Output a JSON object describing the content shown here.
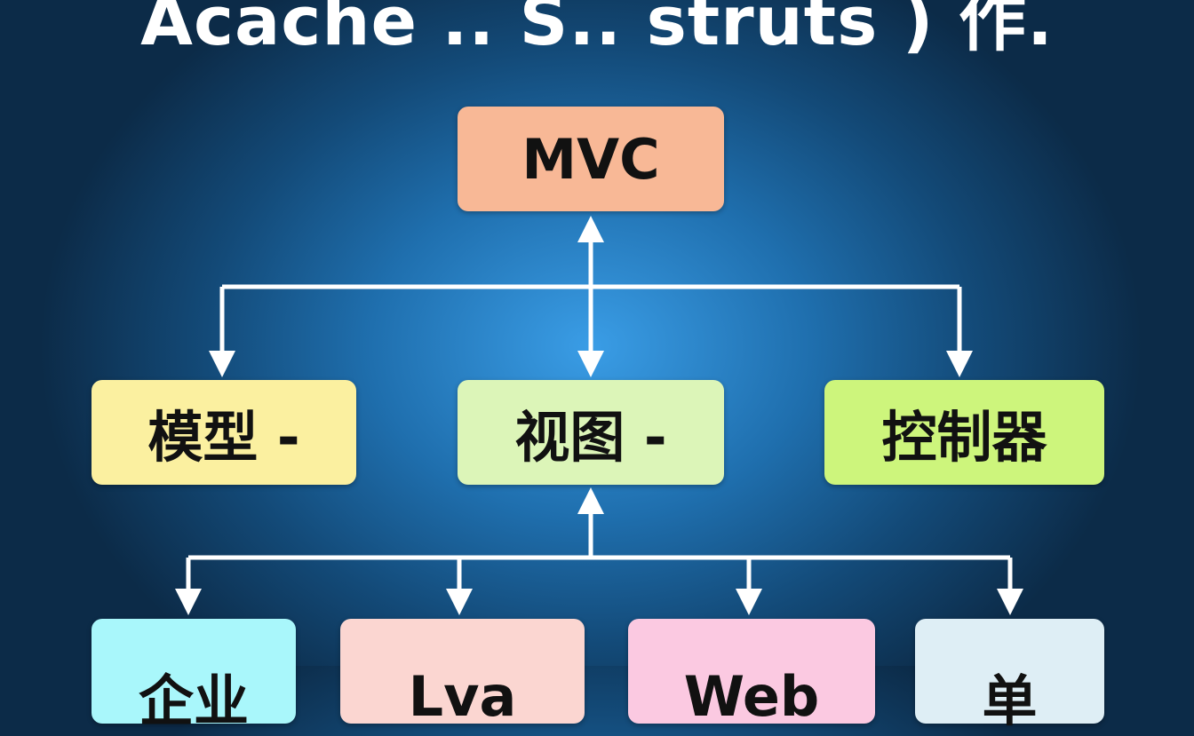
{
  "title": "Acache .. S.. struts ) 作.",
  "root": {
    "label": "MVC",
    "color": "#f8b896"
  },
  "middle": [
    {
      "label": "模型 -",
      "color": "#fbf0a0"
    },
    {
      "label": "视图 -",
      "color": "#dcf5b8"
    },
    {
      "label": "控制器",
      "color": "#cdf57c"
    }
  ],
  "bottom": [
    {
      "label": "企业",
      "color": "#a9f7fb"
    },
    {
      "label": "Lva",
      "color": "#fbd6d1"
    },
    {
      "label": "Web",
      "color": "#fbc9e1"
    },
    {
      "label": "单",
      "color": "#deeef5"
    }
  ]
}
